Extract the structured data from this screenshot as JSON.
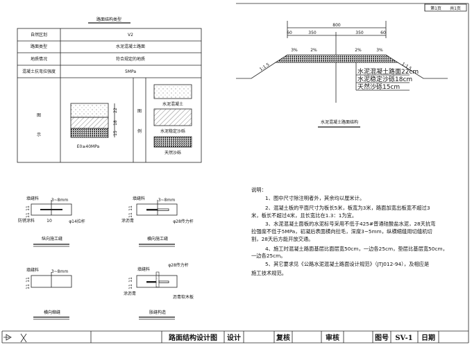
{
  "page_box": {
    "page": "第1页",
    "total": "共1页"
  },
  "structure_table": {
    "title": "路面结构类型",
    "rows": [
      {
        "label": "自然区划",
        "value": "V2"
      },
      {
        "label": "路面类型",
        "value": "水泥混凝土路面"
      },
      {
        "label": "地质情况",
        "value": "符合规定的地质"
      },
      {
        "label": "混凝土抗弯拉强度",
        "value": "5MPa"
      }
    ],
    "diagram_label": [
      "图",
      "示"
    ],
    "diagram_dims": [
      "22",
      "18",
      "15"
    ],
    "subgrade_modulus": "E0≥40MPa",
    "legend_label": [
      "图",
      "例"
    ],
    "legend": [
      "水泥混凝土",
      "水泥稳定沙砾",
      "天然沙砾"
    ]
  },
  "cross_section": {
    "title": "水泥混凝土路面结构",
    "total_width": "800",
    "segments": [
      "60",
      "350",
      "350",
      "60"
    ],
    "slopes": [
      "3%",
      "2%",
      "2%",
      "3%"
    ],
    "side_slopes": [
      "1:1.5",
      "1:1.5"
    ],
    "layers": [
      "水泥混凝土路面22cm",
      "水泥稳定沙砾18cm",
      "天然沙砾15cm"
    ]
  },
  "joints": [
    {
      "title": "纵向施工缝",
      "labels": [
        "填缝料",
        "3~8mm",
        "防锈涂料",
        "10",
        "φ14拉杆",
        "11",
        "11"
      ]
    },
    {
      "title": "横向施工缝",
      "labels": [
        "填缝料",
        "3~8mm",
        "涂沥青",
        "φ28传力杆",
        "11",
        "11"
      ]
    },
    {
      "title": "横向缩缝",
      "labels": [
        "填缝料",
        "3~8mm",
        "11",
        "11"
      ]
    },
    {
      "title": "胀缝构造",
      "labels": [
        "填缝料",
        "φ28传力杆",
        "涂沥青",
        "沥青软木板",
        "11",
        "11"
      ]
    }
  ],
  "notes": {
    "heading": "说明：",
    "lines": [
      "1、图中尺寸除注明者外，其余均以厘米计。",
      "2、混凝土板的平面尺寸为板长5米，板宽为3米，路面加宽出板宽不超过3",
      "米，板长不超过4米，且长宽比在1.3：1为宜。",
      "3、水泥混凝土面板的水泥标号采用不低于425#普通硅酸盐水泥，28天抗弯",
      "拉强度不低于5MPa，初凝后表面横向拉毛，深度3~5mm，纵横缩缝用切缝机切",
      "割，28天后方能开放交通。",
      "4、施工时混凝土路面基层比面层宽50cm，一边各25cm，垫层比基层宽50cm，",
      "一边各25cm。",
      "5、其它要求见《公路水泥混凝土路面设计规范》（JTJ012-94），及相应是",
      "施工技术规范。"
    ]
  },
  "title_block": {
    "drawing_title": "路面结构设计图",
    "design": "设计",
    "check": "复核",
    "review": "审核",
    "drawing_no_label": "图号",
    "drawing_no": "SV-1",
    "date": "日期"
  }
}
